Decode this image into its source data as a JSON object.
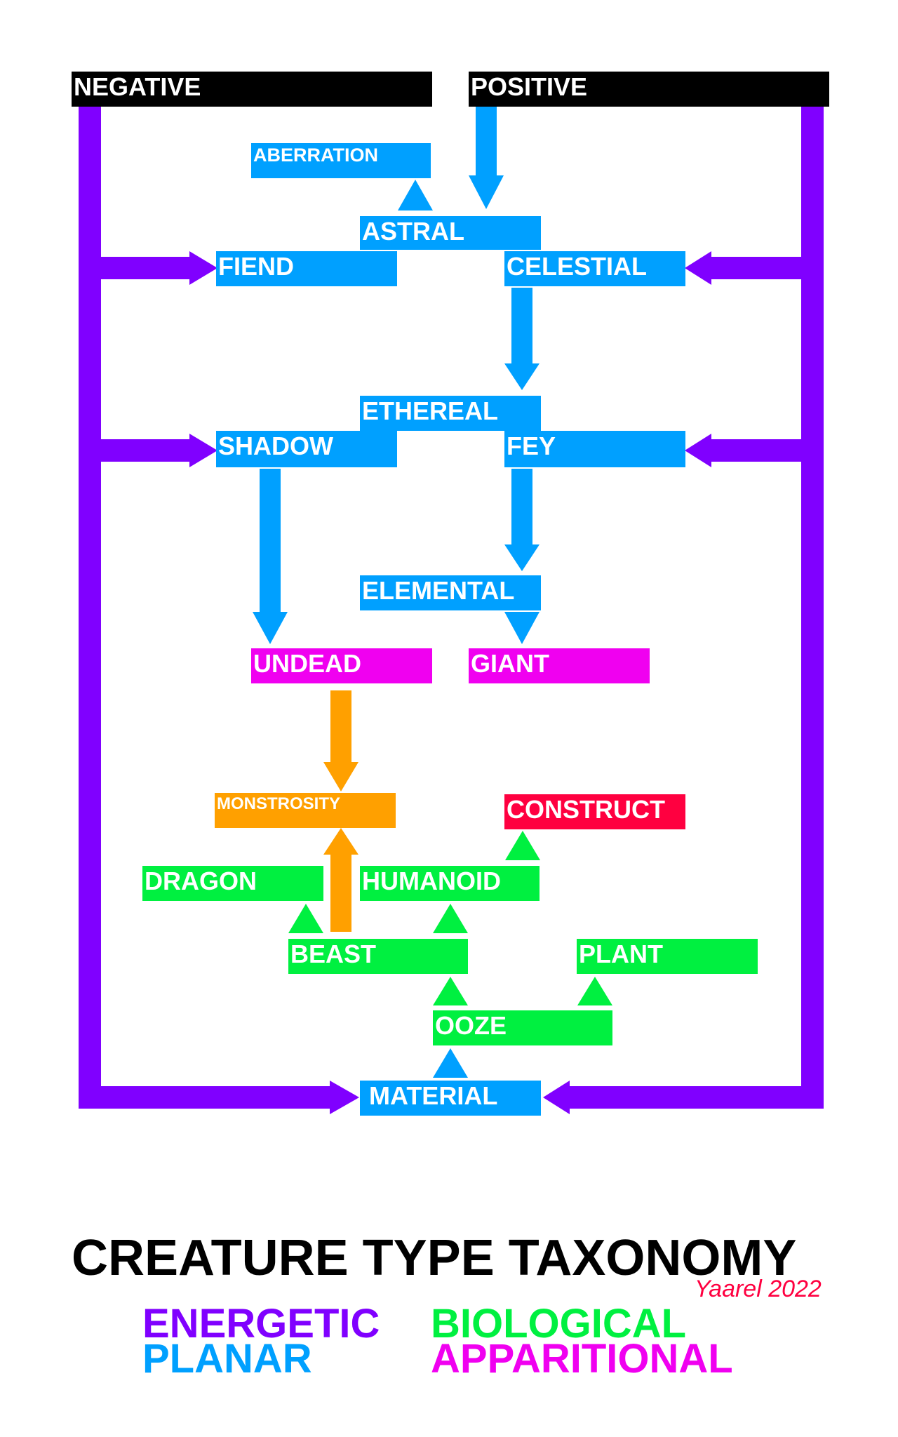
{
  "colors": {
    "energetic": "#8000ff",
    "planar": "#00a0ff",
    "biological": "#00f040",
    "apparitional": "#f000f0",
    "monstrosity": "#ffa000",
    "construct": "#ff0040",
    "pole": "#000000"
  },
  "nodes": {
    "negative": "NEGATIVE",
    "positive": "POSITIVE",
    "aberration": "ABERRATION",
    "astral": "ASTRAL",
    "fiend": "FIEND",
    "celestial": "CELESTIAL",
    "ethereal": "ETHEREAL",
    "shadow": "SHADOW",
    "fey": "FEY",
    "elemental": "ELEMENTAL",
    "undead": "UNDEAD",
    "giant": "GIANT",
    "monstrosity": "MONSTROSITY",
    "construct": "CONSTRUCT",
    "dragon": "DRAGON",
    "humanoid": "HUMANOID",
    "beast": "BEAST",
    "plant": "PLANT",
    "ooze": "OOZE",
    "material": "MATERIAL"
  },
  "title": "CREATURE TYPE TAXONOMY",
  "credit": "Yaarel 2022",
  "legend": {
    "energetic": "ENERGETIC",
    "planar": "PLANAR",
    "biological": "BIOLOGICAL",
    "apparitional": "APPARITIONAL"
  }
}
